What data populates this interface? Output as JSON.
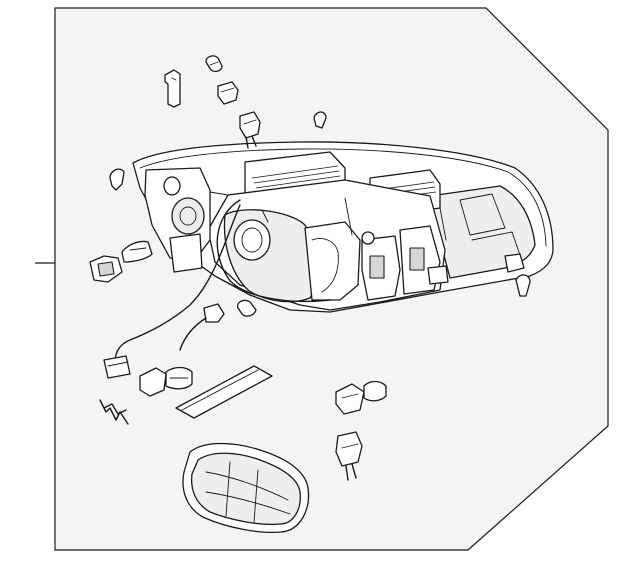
{
  "diagram": {
    "background_color": "#f4f4f4",
    "line_color": "#1a1a1a",
    "parts": [
      {
        "name": "headlamp-assembly-housing",
        "icon": "headlamp-housing-icon"
      },
      {
        "name": "adjuster-clip",
        "icon": "clip-icon"
      },
      {
        "name": "bulb-socket",
        "icon": "bulb-socket-icon"
      },
      {
        "name": "wiring-connector",
        "icon": "connector-icon"
      },
      {
        "name": "bulb",
        "icon": "bulb-icon"
      },
      {
        "name": "retaining-spring-clip",
        "icon": "spring-clip-icon"
      },
      {
        "name": "wiring-harness",
        "icon": "harness-icon"
      },
      {
        "name": "gasket-strip",
        "icon": "gasket-icon"
      },
      {
        "name": "rear-access-cover",
        "icon": "cover-icon"
      }
    ]
  }
}
